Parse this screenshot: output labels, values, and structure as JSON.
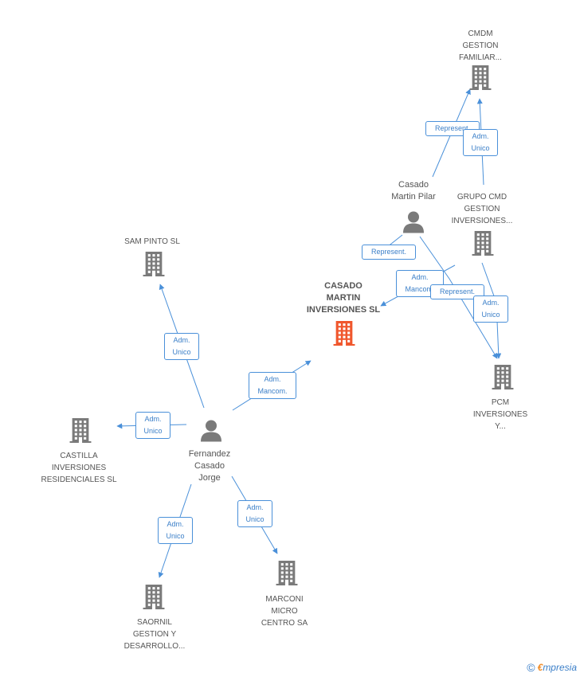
{
  "colors": {
    "edge": "#4a90d9",
    "building": "#7a7a7a",
    "focus_building": "#f0572d",
    "person": "#7a7a7a",
    "label_text": "#555555",
    "badge_text": "#3b7fc8",
    "brand_e": "#f08a24"
  },
  "nodes": [
    {
      "id": "cmdm",
      "type": "company",
      "icon": "building-icon",
      "lines": [
        "CMDM",
        "GESTION",
        "FAMILIAR..."
      ]
    },
    {
      "id": "grupo_cmd",
      "type": "company",
      "icon": "building-icon",
      "lines": [
        "GRUPO CMD",
        "GESTION",
        "INVERSIONES..."
      ]
    },
    {
      "id": "casado_pilar",
      "type": "person",
      "icon": "person-icon",
      "lines": [
        "Casado",
        "Martin Pilar"
      ]
    },
    {
      "id": "casado_martin_inv",
      "type": "focus",
      "icon": "building-icon",
      "lines": [
        "CASADO",
        "MARTIN",
        "INVERSIONES SL"
      ]
    },
    {
      "id": "pcm",
      "type": "company",
      "icon": "building-icon",
      "lines": [
        "PCM",
        "INVERSIONES",
        "Y..."
      ]
    },
    {
      "id": "sam_pinto",
      "type": "company",
      "icon": "building-icon",
      "lines": [
        "SAM PINTO SL"
      ]
    },
    {
      "id": "fernandez",
      "type": "person",
      "icon": "person-icon",
      "lines": [
        "Fernandez",
        "Casado",
        "Jorge"
      ]
    },
    {
      "id": "castilla",
      "type": "company",
      "icon": "building-icon",
      "lines": [
        "CASTILLA",
        "INVERSIONES",
        "RESIDENCIALES SL"
      ]
    },
    {
      "id": "saornil",
      "type": "company",
      "icon": "building-icon",
      "lines": [
        "SAORNIL",
        "GESTION Y",
        "DESARROLLO..."
      ]
    },
    {
      "id": "marconi",
      "type": "company",
      "icon": "building-icon",
      "lines": [
        "MARCONI",
        "MICRO",
        "CENTRO SA"
      ]
    }
  ],
  "edges": [
    {
      "id": "e1",
      "lines": [
        "Represent."
      ]
    },
    {
      "id": "e2",
      "lines": [
        "Adm.",
        "Unico"
      ]
    },
    {
      "id": "e3",
      "lines": [
        "Represent."
      ]
    },
    {
      "id": "e4",
      "lines": [
        "Adm.",
        "Mancom."
      ]
    },
    {
      "id": "e5",
      "lines": [
        "Represent."
      ]
    },
    {
      "id": "e6",
      "lines": [
        "Adm.",
        "Unico"
      ]
    },
    {
      "id": "e7",
      "lines": [
        "Adm.",
        "Unico"
      ]
    },
    {
      "id": "e8",
      "lines": [
        "Adm.",
        "Mancom."
      ]
    },
    {
      "id": "e9",
      "lines": [
        "Adm.",
        "Unico"
      ]
    },
    {
      "id": "e10",
      "lines": [
        "Adm.",
        "Unico"
      ]
    },
    {
      "id": "e11",
      "lines": [
        "Adm.",
        "Unico"
      ]
    }
  ],
  "watermark": {
    "symbol": "©",
    "brand_initial": "€",
    "brand_rest": "mpresia"
  }
}
